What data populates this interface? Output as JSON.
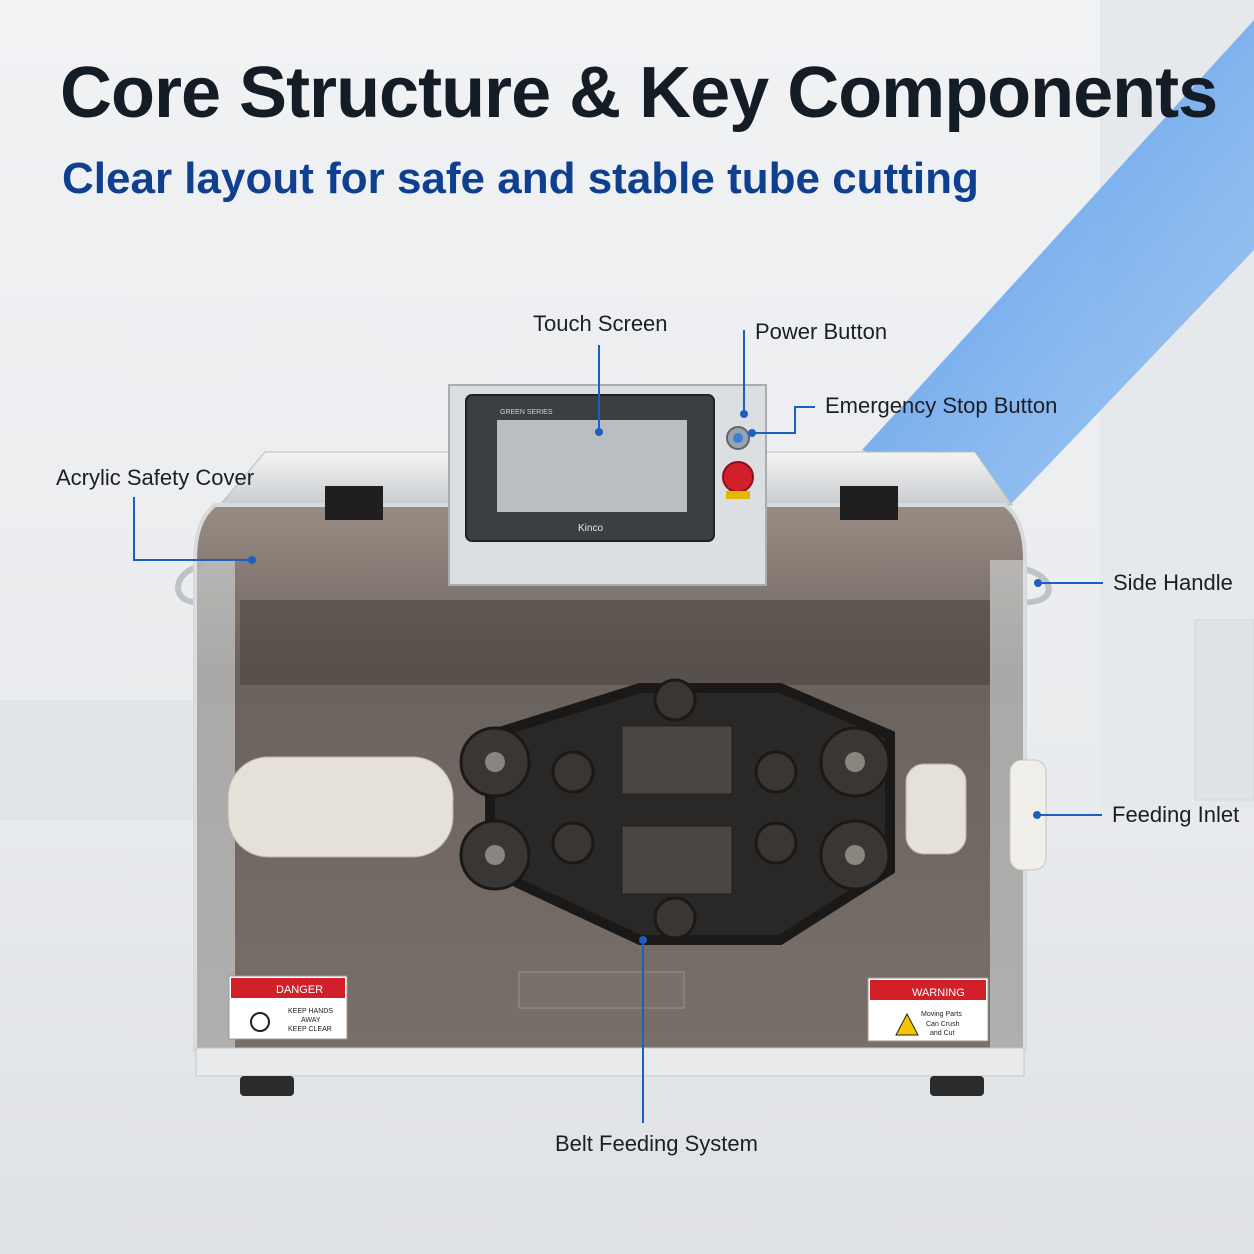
{
  "header": {
    "title": "Core Structure & Key Components",
    "subtitle": "Clear layout for safe and stable tube cutting"
  },
  "callouts": {
    "touch_screen": "Touch Screen",
    "power_button": "Power Button",
    "emergency_stop": "Emergency Stop Button",
    "acrylic_cover": "Acrylic Safety Cover",
    "side_handle": "Side Handle",
    "feeding_inlet": "Feeding Inlet",
    "belt_feeding": "Belt Feeding System"
  },
  "machine": {
    "screen_series": "GREEN SERIES",
    "screen_brand": "Kinco",
    "danger_label": {
      "heading": "DANGER",
      "line1": "KEEP HANDS",
      "line2": "AWAY",
      "line3": "KEEP CLEAR"
    },
    "warning_label": {
      "heading": "WARNING",
      "line1": "Moving Parts",
      "line2": "Can Crush",
      "line3": "and Cut"
    }
  },
  "colors": {
    "title": "#141c26",
    "subtitle": "#0f3f8f",
    "leader_line": "#1d5fbf",
    "accent_stripe": "#6aa6e8",
    "danger_red": "#d1202a"
  }
}
